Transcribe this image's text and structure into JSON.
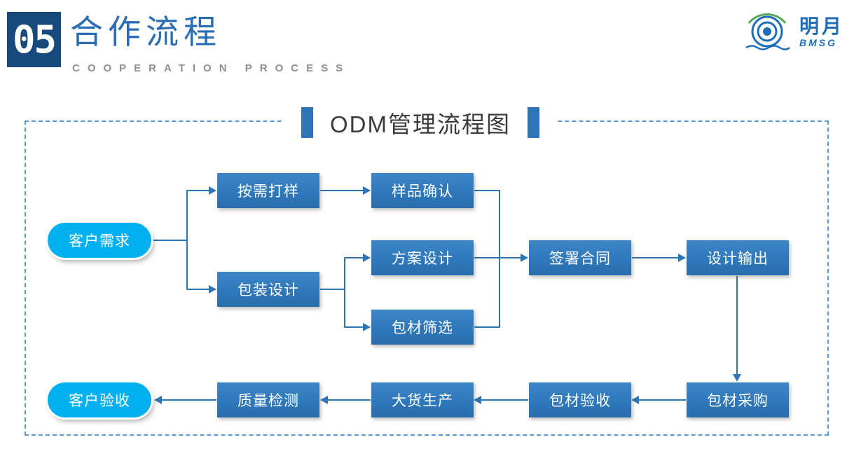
{
  "theme": {
    "line_blue": "#2e75b6",
    "pill_cyan": "#00b0f0",
    "number_box_blue": "#17497d",
    "title_blue": "#2a6db5",
    "box_blue": "#2e78bb"
  },
  "header": {
    "section_number": "05",
    "title": "合作流程",
    "subtitle": "COOPERATION PROCESS"
  },
  "logo": {
    "brand": "明月",
    "brand_sub": "BMSG"
  },
  "diagram": {
    "title": "ODM管理流程图",
    "nodes": {
      "customer_demand": "客户需求",
      "sample_on_demand": "按需打样",
      "sample_confirm": "样品确认",
      "packaging_design": "包装设计",
      "scheme_design": "方案设计",
      "material_screening": "包材筛选",
      "sign_contract": "签署合同",
      "design_output": "设计输出",
      "material_purchase": "包材采购",
      "material_acceptance": "包材验收",
      "mass_production": "大货生产",
      "quality_inspection": "质量检测",
      "customer_acceptance": "客户验收"
    }
  }
}
